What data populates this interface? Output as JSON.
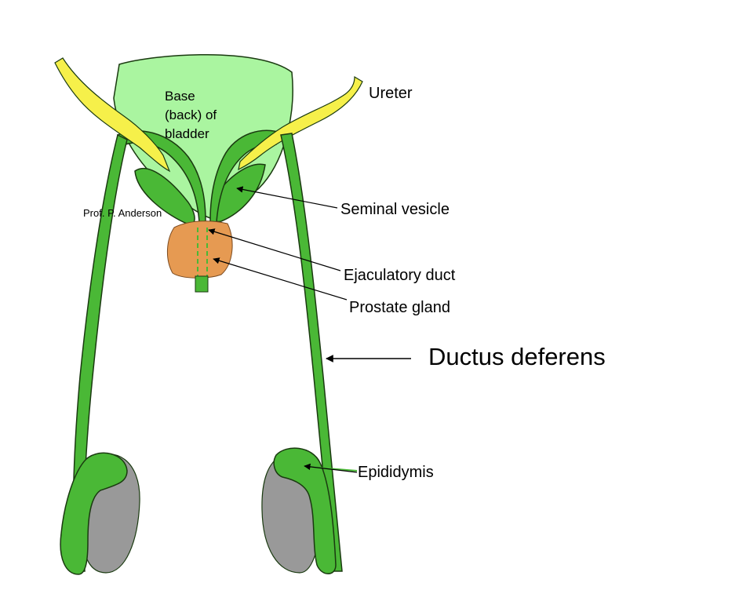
{
  "diagram": {
    "labels": {
      "bladder": [
        "Base",
        "(back) of",
        "bladder"
      ],
      "credit": "Prof. P. Anderson",
      "ureter": "Ureter",
      "seminal_vesicle": "Seminal vesicle",
      "ejaculatory_duct": "Ejaculatory duct",
      "prostate_gland": "Prostate gland",
      "ductus_deferens": "Ductus deferens",
      "epididymis": "Epididymis"
    },
    "colors": {
      "bladder": "#aaf5a0",
      "green": "#4ab836",
      "ureter": "#f6f04a",
      "prostate": "#e69a52",
      "testis": "#999999",
      "outline": "#1a3a10"
    }
  }
}
